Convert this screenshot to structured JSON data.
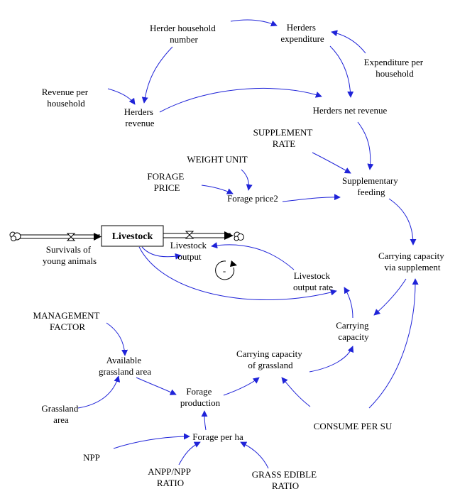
{
  "diagram": {
    "stock": {
      "label": "Livestock"
    },
    "loop_polarity": "-",
    "variables": {
      "herder_household_number": [
        "Herder household",
        "number"
      ],
      "herders_expenditure": [
        "Herders",
        "expenditure"
      ],
      "expenditure_per_household": [
        "Expenditure per",
        "household"
      ],
      "revenue_per_household": [
        "Revenue per",
        "household"
      ],
      "herders_revenue": [
        "Herders",
        "revenue"
      ],
      "herders_net_revenue": [
        "Herders net revenue"
      ],
      "supplement_rate": [
        "SUPPLEMENT",
        "RATE"
      ],
      "weight_unit": [
        "WEIGHT UNIT"
      ],
      "forage_price": [
        "FORAGE",
        "PRICE"
      ],
      "forage_price2": [
        "Forage price2"
      ],
      "supplementary_feeding": [
        "Supplementary",
        "feeding"
      ],
      "survivals_of_young_animals": [
        "Survivals of",
        "young animals"
      ],
      "livestock_output": [
        "Livestock",
        "output"
      ],
      "carrying_capacity_via_supplement": [
        "Carrying capacity",
        "via supplement"
      ],
      "livestock_output_rate": [
        "Livestock",
        "output rate"
      ],
      "management_factor": [
        "MANAGEMENT",
        "FACTOR"
      ],
      "carrying_capacity": [
        "Carrying",
        "capacity"
      ],
      "available_grassland_area": [
        "Available",
        "grassland area"
      ],
      "carrying_capacity_of_grassland": [
        "Carrying capacity",
        "of grassland"
      ],
      "forage_production": [
        "Forage",
        "production"
      ],
      "grassland_area": [
        "Grassland",
        "area"
      ],
      "consume_per_su": [
        "CONSUME PER SU"
      ],
      "forage_per_ha": [
        "Forage per ha"
      ],
      "npp": [
        "NPP"
      ],
      "anpp_npp_ratio": [
        "ANPP/NPP",
        "RATIO"
      ],
      "grass_edible_ratio": [
        "GRASS EDIBLE",
        "RATIO"
      ]
    }
  }
}
